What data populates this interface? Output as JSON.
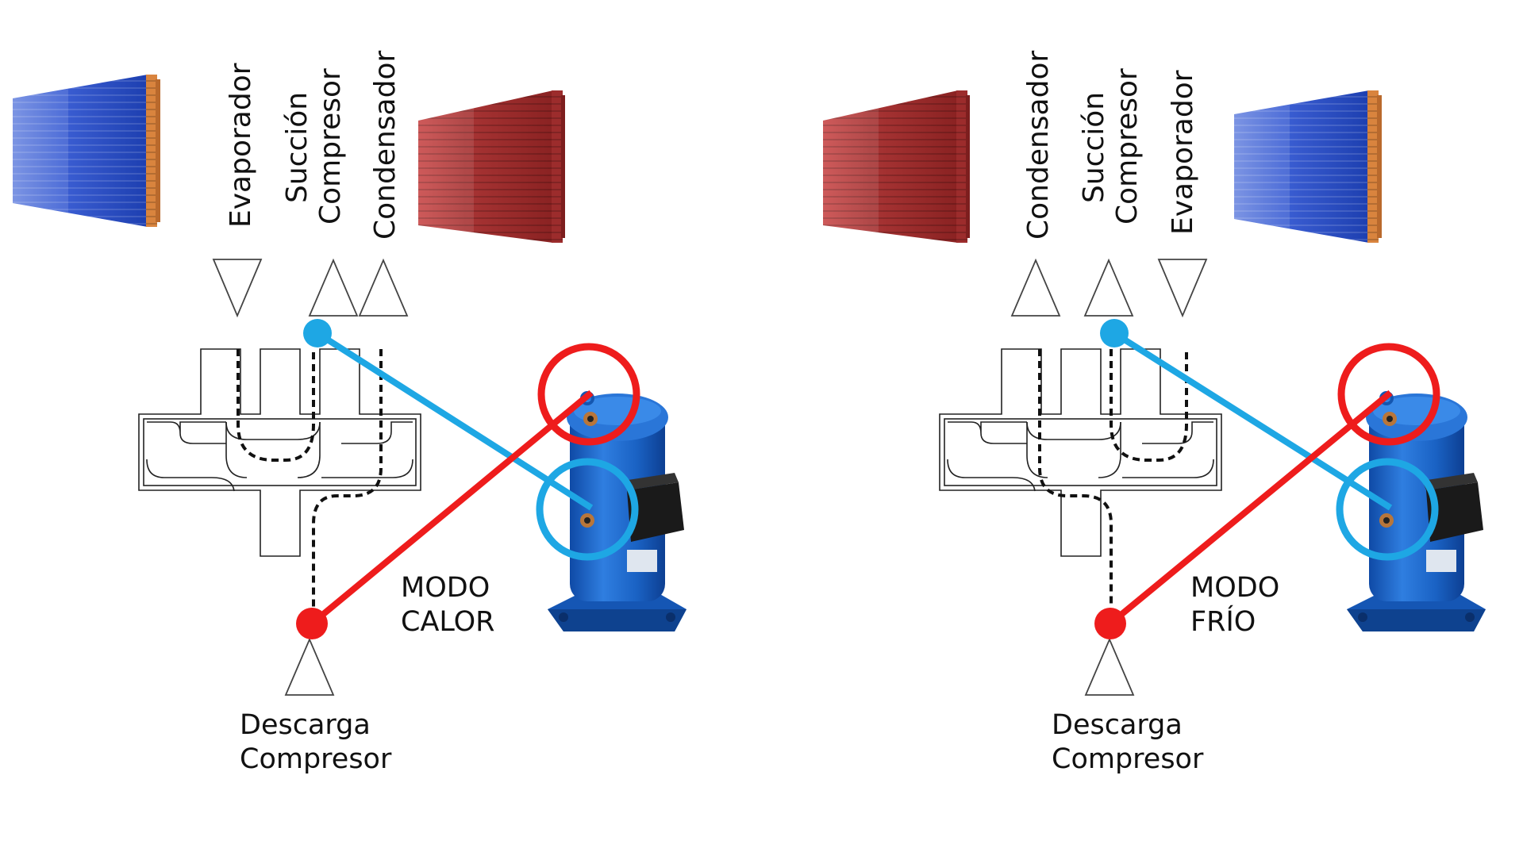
{
  "left_panel": {
    "port_labels": {
      "left": "Evaporador",
      "center_line1": "Succión",
      "center_line2": "Compresor",
      "right": "Condensador"
    },
    "mode_line1": "MODO",
    "mode_line2": "CALOR",
    "discharge_line1": "Descarga",
    "discharge_line2": "Compresor"
  },
  "right_panel": {
    "port_labels": {
      "left": "Condensador",
      "center_line1": "Succión",
      "center_line2": "Compresor",
      "right": "Evaporador"
    },
    "mode_line1": "MODO",
    "mode_line2": "FRÍO",
    "discharge_line1": "Descarga",
    "discharge_line2": "Compresor"
  },
  "colors": {
    "suction": "#1ea7e4",
    "discharge": "#ee1c1c",
    "evaporator_coil": "#2a55c8",
    "condenser_coil": "#a52a2a",
    "compressor_body": "#1e64c0",
    "valve_outline": "#222222"
  },
  "icons": [
    "evaporator-coil",
    "condenser-coil",
    "compressor",
    "arrow-triangle",
    "four-way-valve"
  ]
}
